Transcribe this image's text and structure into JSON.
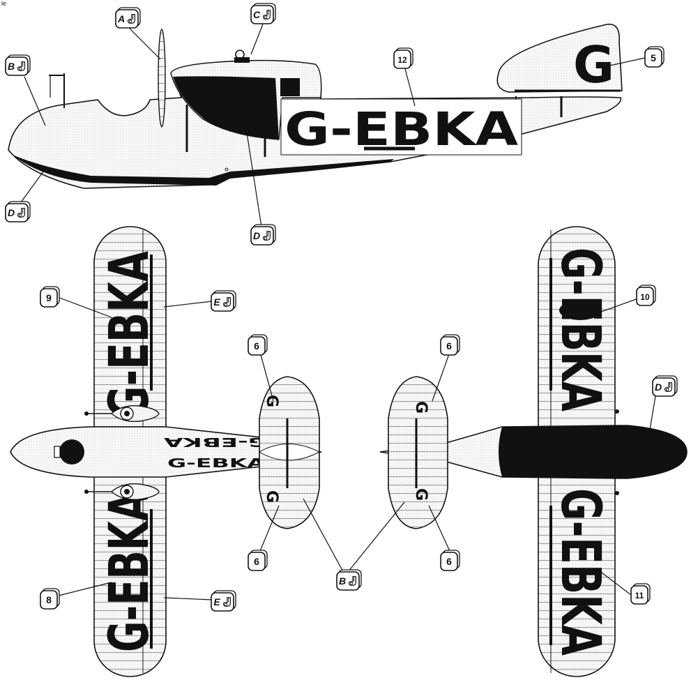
{
  "corner_text": "le",
  "registration": {
    "full": "G-EBKA",
    "tail_letter": "G",
    "upper_wing_left": "G-EBKA",
    "upper_wing_right": "G-EBKA",
    "lower_wing": "G-EBKA",
    "hull_upper": "G-EBKA",
    "hull_lower": "G-EBKA",
    "tailplane": "G"
  },
  "markers": {
    "colour_callouts": [
      "A",
      "B",
      "C",
      "D",
      "E"
    ],
    "number_callouts": [
      "5",
      "6",
      "8",
      "9",
      "10",
      "11",
      "12"
    ]
  },
  "colors": {
    "ink": "#111111",
    "paper": "#ffffff",
    "dot": "#9a9a9a"
  },
  "icons": [
    "paint-pot-icon"
  ]
}
